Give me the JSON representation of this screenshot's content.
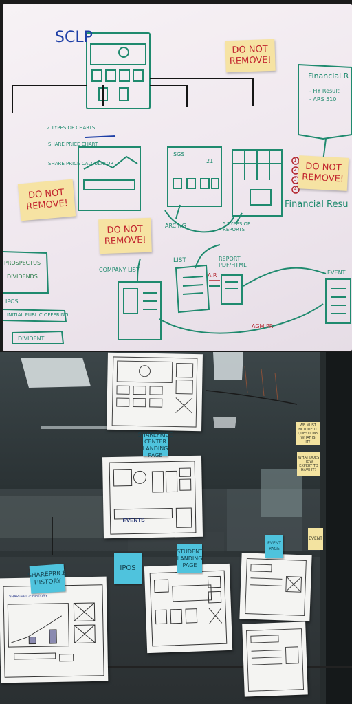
{
  "whiteboard": {
    "title": "SCLP",
    "bullets": [
      "2 TYPES OF CHARTS",
      "SHARE PRICE CHART",
      "SHARE PRICE CALCULATOR"
    ],
    "financial_label": "Financial R",
    "financial_items": [
      "- HY Result",
      "- ARS 510"
    ],
    "box_labels": {
      "sgs": "SGS",
      "figure": "21",
      "arcing": "ARCING",
      "types_of_reports": "5 TYPES OF REPORTS",
      "company_list": "COMPANY LIST",
      "list": "LIST",
      "report": "REPORT PDF/HTML",
      "ar": "A.R",
      "event": "EVENT",
      "agm_pr": "AGM PR",
      "financial_results": "Financial Resu"
    },
    "numbered": [
      "1",
      "2",
      "3",
      "4"
    ],
    "left_items": [
      "PROSPECTUS",
      "DIVIDENDS",
      "IPOS",
      "INITIAL PUBLIC OFFERING",
      "DIVIDENT"
    ],
    "stickies": [
      "DO NOT\nREMOVE!",
      "DO NOT\nREMOVE!",
      "DO NOT\nREMOVE!",
      "DO NOT\nREMOVE!"
    ],
    "colors": {
      "marker_green": "#1f8a6e",
      "marker_blue": "#1e3fa6",
      "marker_red": "#b3262e",
      "sticky": "#f6e3a3"
    }
  },
  "glasswall": {
    "blue_notes": [
      "SHAREPRICE\nCENTER\nLANDING\nPAGE",
      "SHAREPRICE\nHISTORY",
      "IPOS",
      "STUDENT\nLANDING\nPAGE",
      "EVENT\nPAGE"
    ],
    "yellow_notes": [
      "WE MUST\nINCLUDE TO\nQUESTIONS\nWHAT IS\nIT?",
      "WHAT DOES\nHOW\nEXPERT TO\nHAVE IT?",
      "EVENT"
    ],
    "wireframe_labels": [
      "EVENTS",
      "SHAREPRICE HISTORY"
    ],
    "colors": {
      "note_blue": "#4fc3dd",
      "note_yellow": "#f3e3a0"
    }
  }
}
